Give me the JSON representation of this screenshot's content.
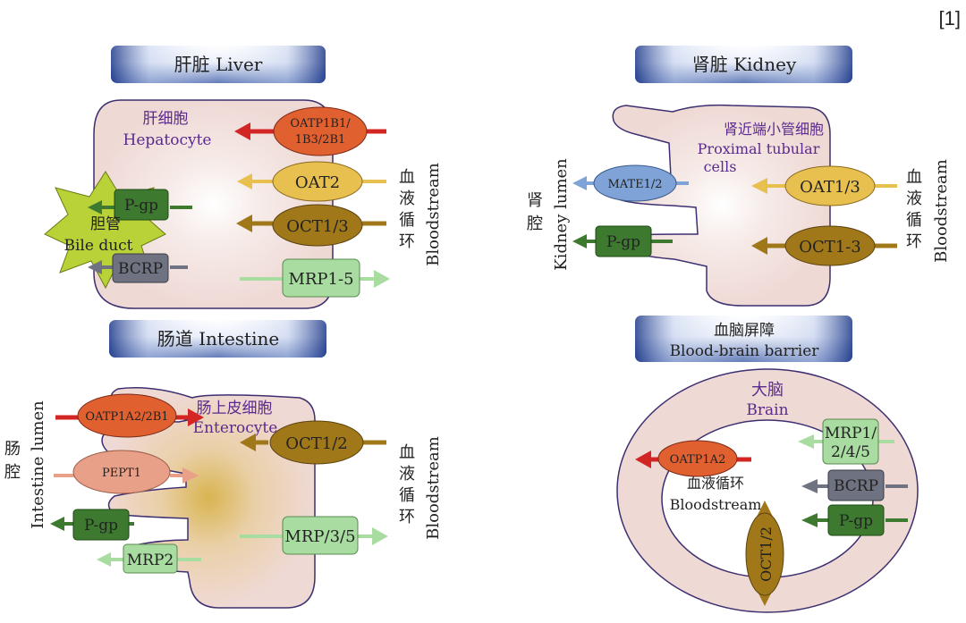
{
  "ref": "[1]",
  "colors": {
    "cell": "#efd9d5",
    "cell_stroke": "#3d2f70",
    "purple_text": "#5a2a8c",
    "banner_top": "#ffffff",
    "banner_bottom": "#1e3a8a",
    "red": "#d42525",
    "orange_oatp": "#e06030",
    "yellow": "#e8c050",
    "olive": "#a0781a",
    "green": "#3d7a30",
    "lightgreen": "#a8dca0",
    "gray": "#6f7280",
    "blue": "#7fa3d6",
    "salmon": "#e8a088",
    "bile_star": "#b8d238"
  },
  "liver": {
    "title": "肝脏 Liver",
    "cell_cn": "肝细胞",
    "cell_en": "Hepatocyte",
    "bile_cn": "胆管",
    "bile_en": "Bile duct",
    "t_oatp": "OATP1B1/",
    "t_oatp2": "1B3/2B1",
    "t_oat2": "OAT2",
    "t_oct": "OCT1/3",
    "t_mrp": "MRP1-5",
    "t_pgp": "P-gp",
    "t_bcrp": "BCRP",
    "blood_cn": [
      "血",
      "液",
      "循",
      "环"
    ],
    "blood_en": "Bloodstream"
  },
  "kidney": {
    "title": "肾脏 Kidney",
    "cell_cn": "肾近端小管细胞",
    "cell_en1": "Proximal tubular",
    "cell_en2": "cells",
    "lumen_cn": [
      "肾",
      "腔"
    ],
    "lumen_en": "Kidney lumen",
    "t_mate": "MATE1/2",
    "t_pgp": "P-gp",
    "t_oat": "OAT1/3",
    "t_oct": "OCT1-3",
    "blood_cn": [
      "血",
      "液",
      "循",
      "环"
    ],
    "blood_en": "Bloodstream"
  },
  "intestine": {
    "title": "肠道 Intestine",
    "cell_cn": "肠上皮细胞",
    "cell_en": "Enterocyte",
    "lumen_cn": [
      "肠",
      "腔"
    ],
    "lumen_en": "Intestine lumen",
    "t_oatp": "OATP1A2/2B1",
    "t_pept": "PEPT1",
    "t_pgp": "P-gp",
    "t_mrp2": "MRP2",
    "t_oct": "OCT1/2",
    "t_mrp": "MRP/3/5",
    "blood_cn": [
      "血",
      "液",
      "循",
      "环"
    ],
    "blood_en": "Bloodstream"
  },
  "bbb": {
    "title_cn": "血脑屏障",
    "title_en": "Blood-brain barrier",
    "brain_cn": "大脑",
    "brain_en": "Brain",
    "inner_cn": "血液循环",
    "inner_en": "Bloodstream",
    "t_oatp": "OATP1A2",
    "t_mrp1": "MRP1/",
    "t_mrp2": "2/4/5",
    "t_bcrp": "BCRP",
    "t_pgp": "P-gp",
    "t_oct": "OCT1/2"
  }
}
